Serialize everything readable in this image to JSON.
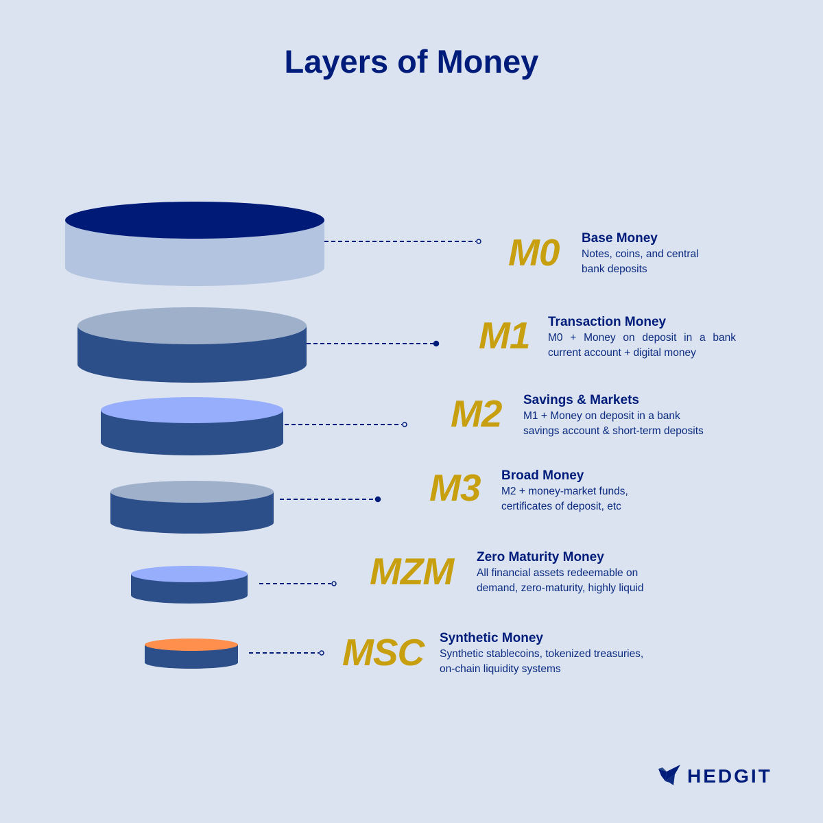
{
  "title": "Layers of Money",
  "layers": [
    {
      "code": "M0",
      "name": "Base Money",
      "description_lines": [
        "Notes, coins, and central",
        "bank deposits"
      ],
      "top_color": "#001a78",
      "side_color": "#b3c4e0",
      "connector_dot": "hollow"
    },
    {
      "code": "M1",
      "name": "Transaction Money",
      "description_lines": [
        "M0 + Money on deposit in a bank",
        "current account + digital money"
      ],
      "top_color": "#9fb0cb",
      "side_color": "#2c4e89",
      "connector_dot": "filled"
    },
    {
      "code": "M2",
      "name": "Savings & Markets",
      "description_lines": [
        "M1 + Money on deposit in a bank",
        "savings account & short-term deposits"
      ],
      "top_color": "#97aefc",
      "side_color": "#2c4e89",
      "connector_dot": "hollow"
    },
    {
      "code": "M3",
      "name": "Broad Money",
      "description_lines": [
        "M2 + money-market funds,",
        "certificates of deposit, etc"
      ],
      "top_color": "#9fb0cb",
      "side_color": "#2c4e89",
      "connector_dot": "filled"
    },
    {
      "code": "MZM",
      "name": "Zero Maturity Money",
      "description_lines": [
        "All financial assets redeemable on",
        "demand, zero-maturity, highly liquid"
      ],
      "top_color": "#97aefc",
      "side_color": "#2c4e89",
      "connector_dot": "hollow"
    },
    {
      "code": "MSC",
      "name": "Synthetic Money",
      "description_lines": [
        "Synthetic stablecoins, tokenized treasuries,",
        "on-chain liquidity systems"
      ],
      "top_color": "#ff8f4d",
      "side_color": "#2c4e89",
      "connector_dot": "hollow"
    }
  ],
  "colors": {
    "background": "#dbe3f0",
    "title": "#001c7a",
    "code": "#c79f0f",
    "connector": "#001c7a"
  },
  "brand": {
    "name": "HEDGIT",
    "icon": "bird-logo-icon"
  }
}
